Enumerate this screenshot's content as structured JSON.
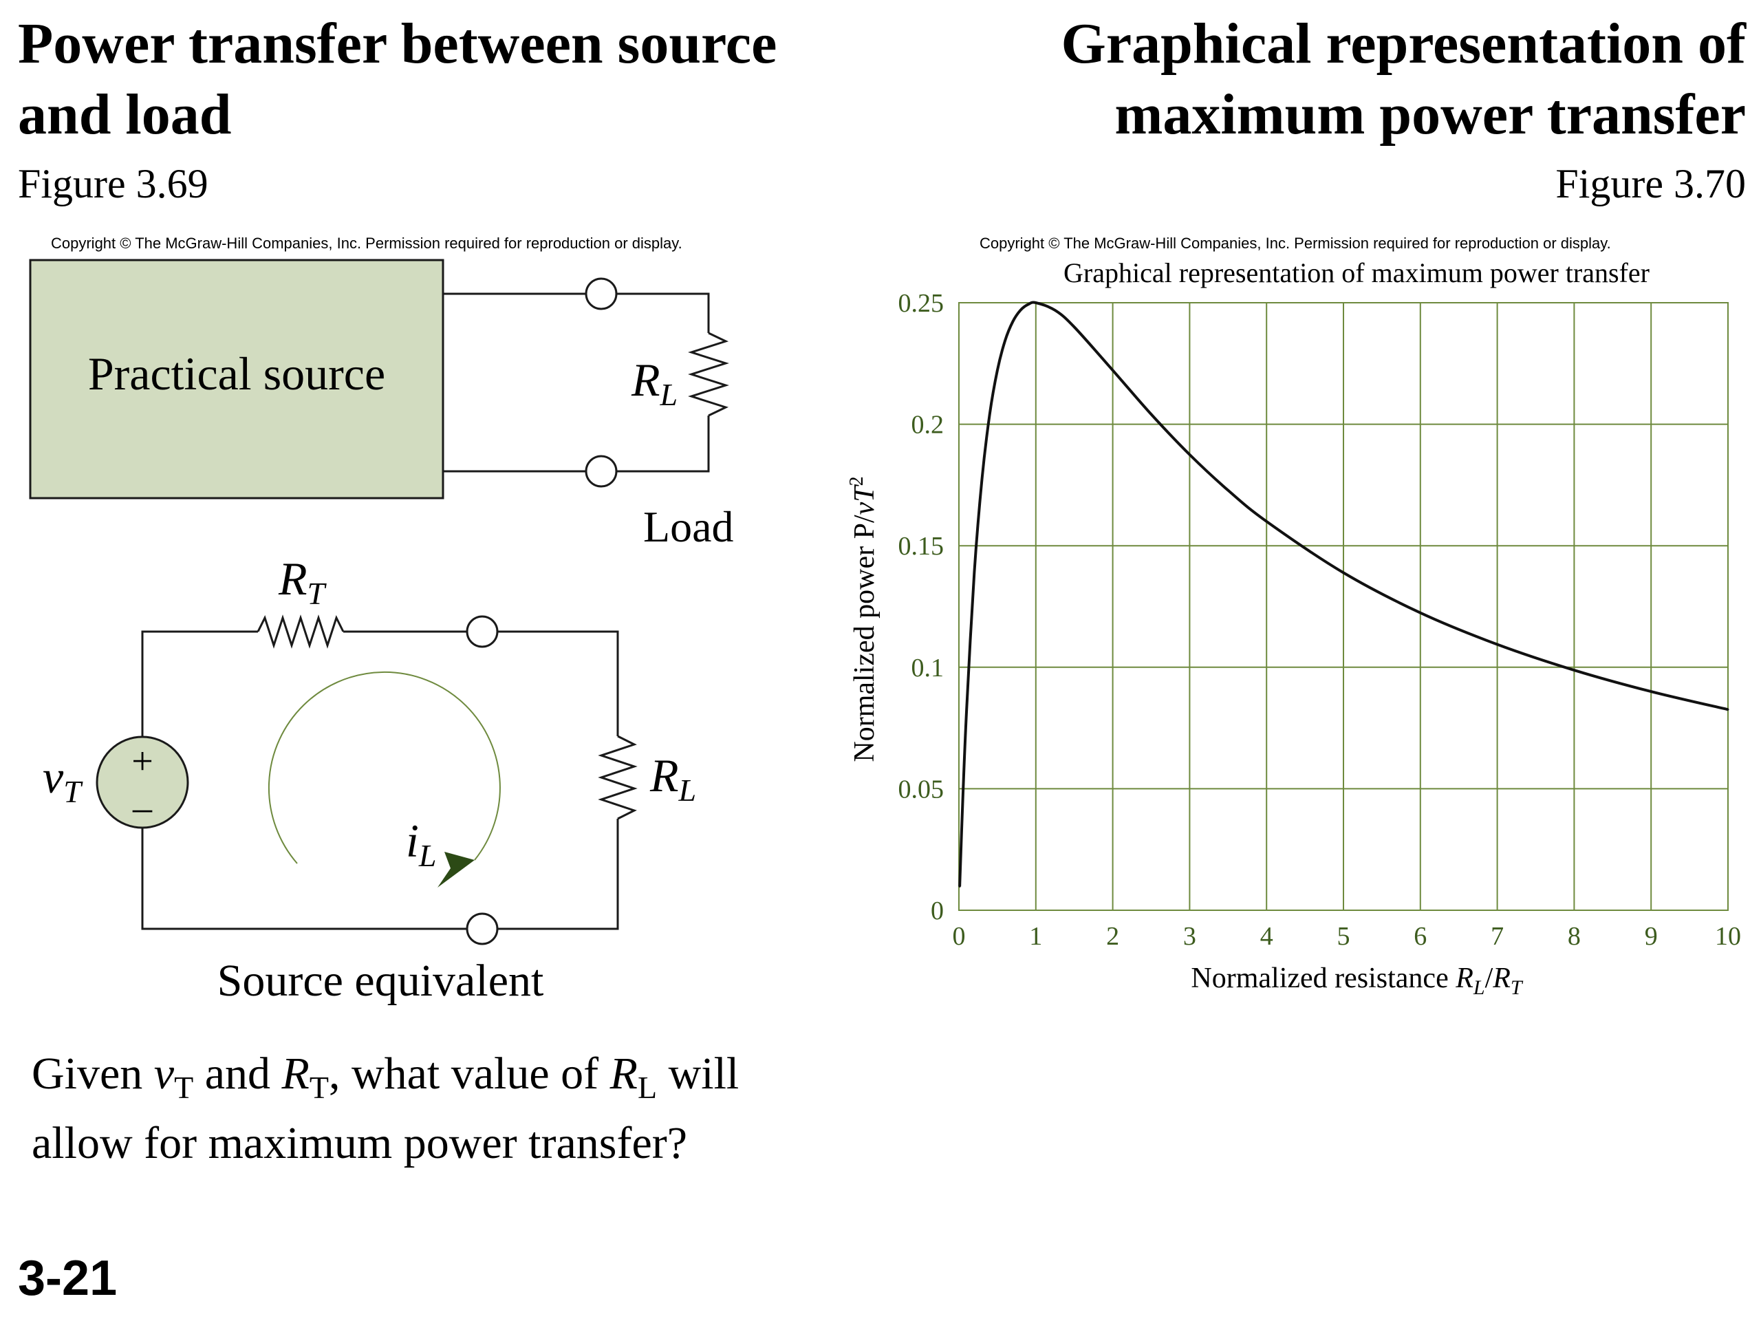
{
  "slide": {
    "left_title": "Power transfer between source and load",
    "right_title": "Graphical representation of maximum power transfer",
    "left_figure": "Figure 3.69",
    "right_figure": "Figure 3.70",
    "copyright": "Copyright © The McGraw-Hill Companies, Inc. Permission required for reproduction or display.",
    "slide_number": "3-21"
  },
  "circuit_top": {
    "source_label": "Practical source",
    "load_resistor": "R",
    "load_resistor_sub": "L",
    "load_label": "Load"
  },
  "circuit_bottom": {
    "source_resistor": "R",
    "source_resistor_sub": "T",
    "voltage": "v",
    "voltage_sub": "T",
    "plus": "+",
    "minus": "–",
    "current": "i",
    "current_sub": "L",
    "load_resistor": "R",
    "load_resistor_sub": "L",
    "caption": "Source equivalent"
  },
  "question": {
    "part1": "Given ",
    "v": "v",
    "v_sub": "T",
    "part2": " and ",
    "r": "R",
    "r_sub": "T",
    "part3": ", what value of ",
    "rl": "R",
    "rl_sub": "L",
    "part4": " will allow for maximum power transfer?"
  },
  "chart_data": {
    "type": "line",
    "title": "Graphical representation of maximum power transfer",
    "xlabel": "Normalized resistance R_L/R_T",
    "xlabel_parts": {
      "text": "Normalized resistance ",
      "a": "R",
      "a_sub": "L",
      "slash": "/",
      "b": "R",
      "b_sub": "T"
    },
    "ylabel": "Normalized power P/vT²",
    "ylabel_parts": {
      "text": "Normalized power P/",
      "v": "vT",
      "sup": "2"
    },
    "xlim": [
      0,
      10
    ],
    "ylim": [
      0,
      0.25
    ],
    "x_ticks": [
      "0",
      "1",
      "2",
      "3",
      "4",
      "5",
      "6",
      "7",
      "8",
      "9",
      "10"
    ],
    "y_ticks": [
      "0",
      "0.05",
      "0.1",
      "0.15",
      "0.2",
      "0.25"
    ],
    "grid": true,
    "series": [
      {
        "x": [
          0.01,
          0.05,
          0.1,
          0.2,
          0.3,
          0.4,
          0.5,
          0.6,
          0.7,
          0.8,
          0.9,
          1.0,
          1.25,
          1.5,
          2.0,
          2.5,
          3.0,
          3.5,
          4.0,
          5.0,
          6.0,
          7.0,
          8.0,
          9.0,
          10.0
        ],
        "y": [
          0.0098,
          0.0454,
          0.0826,
          0.139,
          0.1775,
          0.2041,
          0.2222,
          0.2344,
          0.2422,
          0.2469,
          0.2493,
          0.25,
          0.2469,
          0.24,
          0.2222,
          0.2041,
          0.1875,
          0.1728,
          0.16,
          0.1389,
          0.1224,
          0.1094,
          0.0988,
          0.09,
          0.0826
        ]
      }
    ]
  }
}
